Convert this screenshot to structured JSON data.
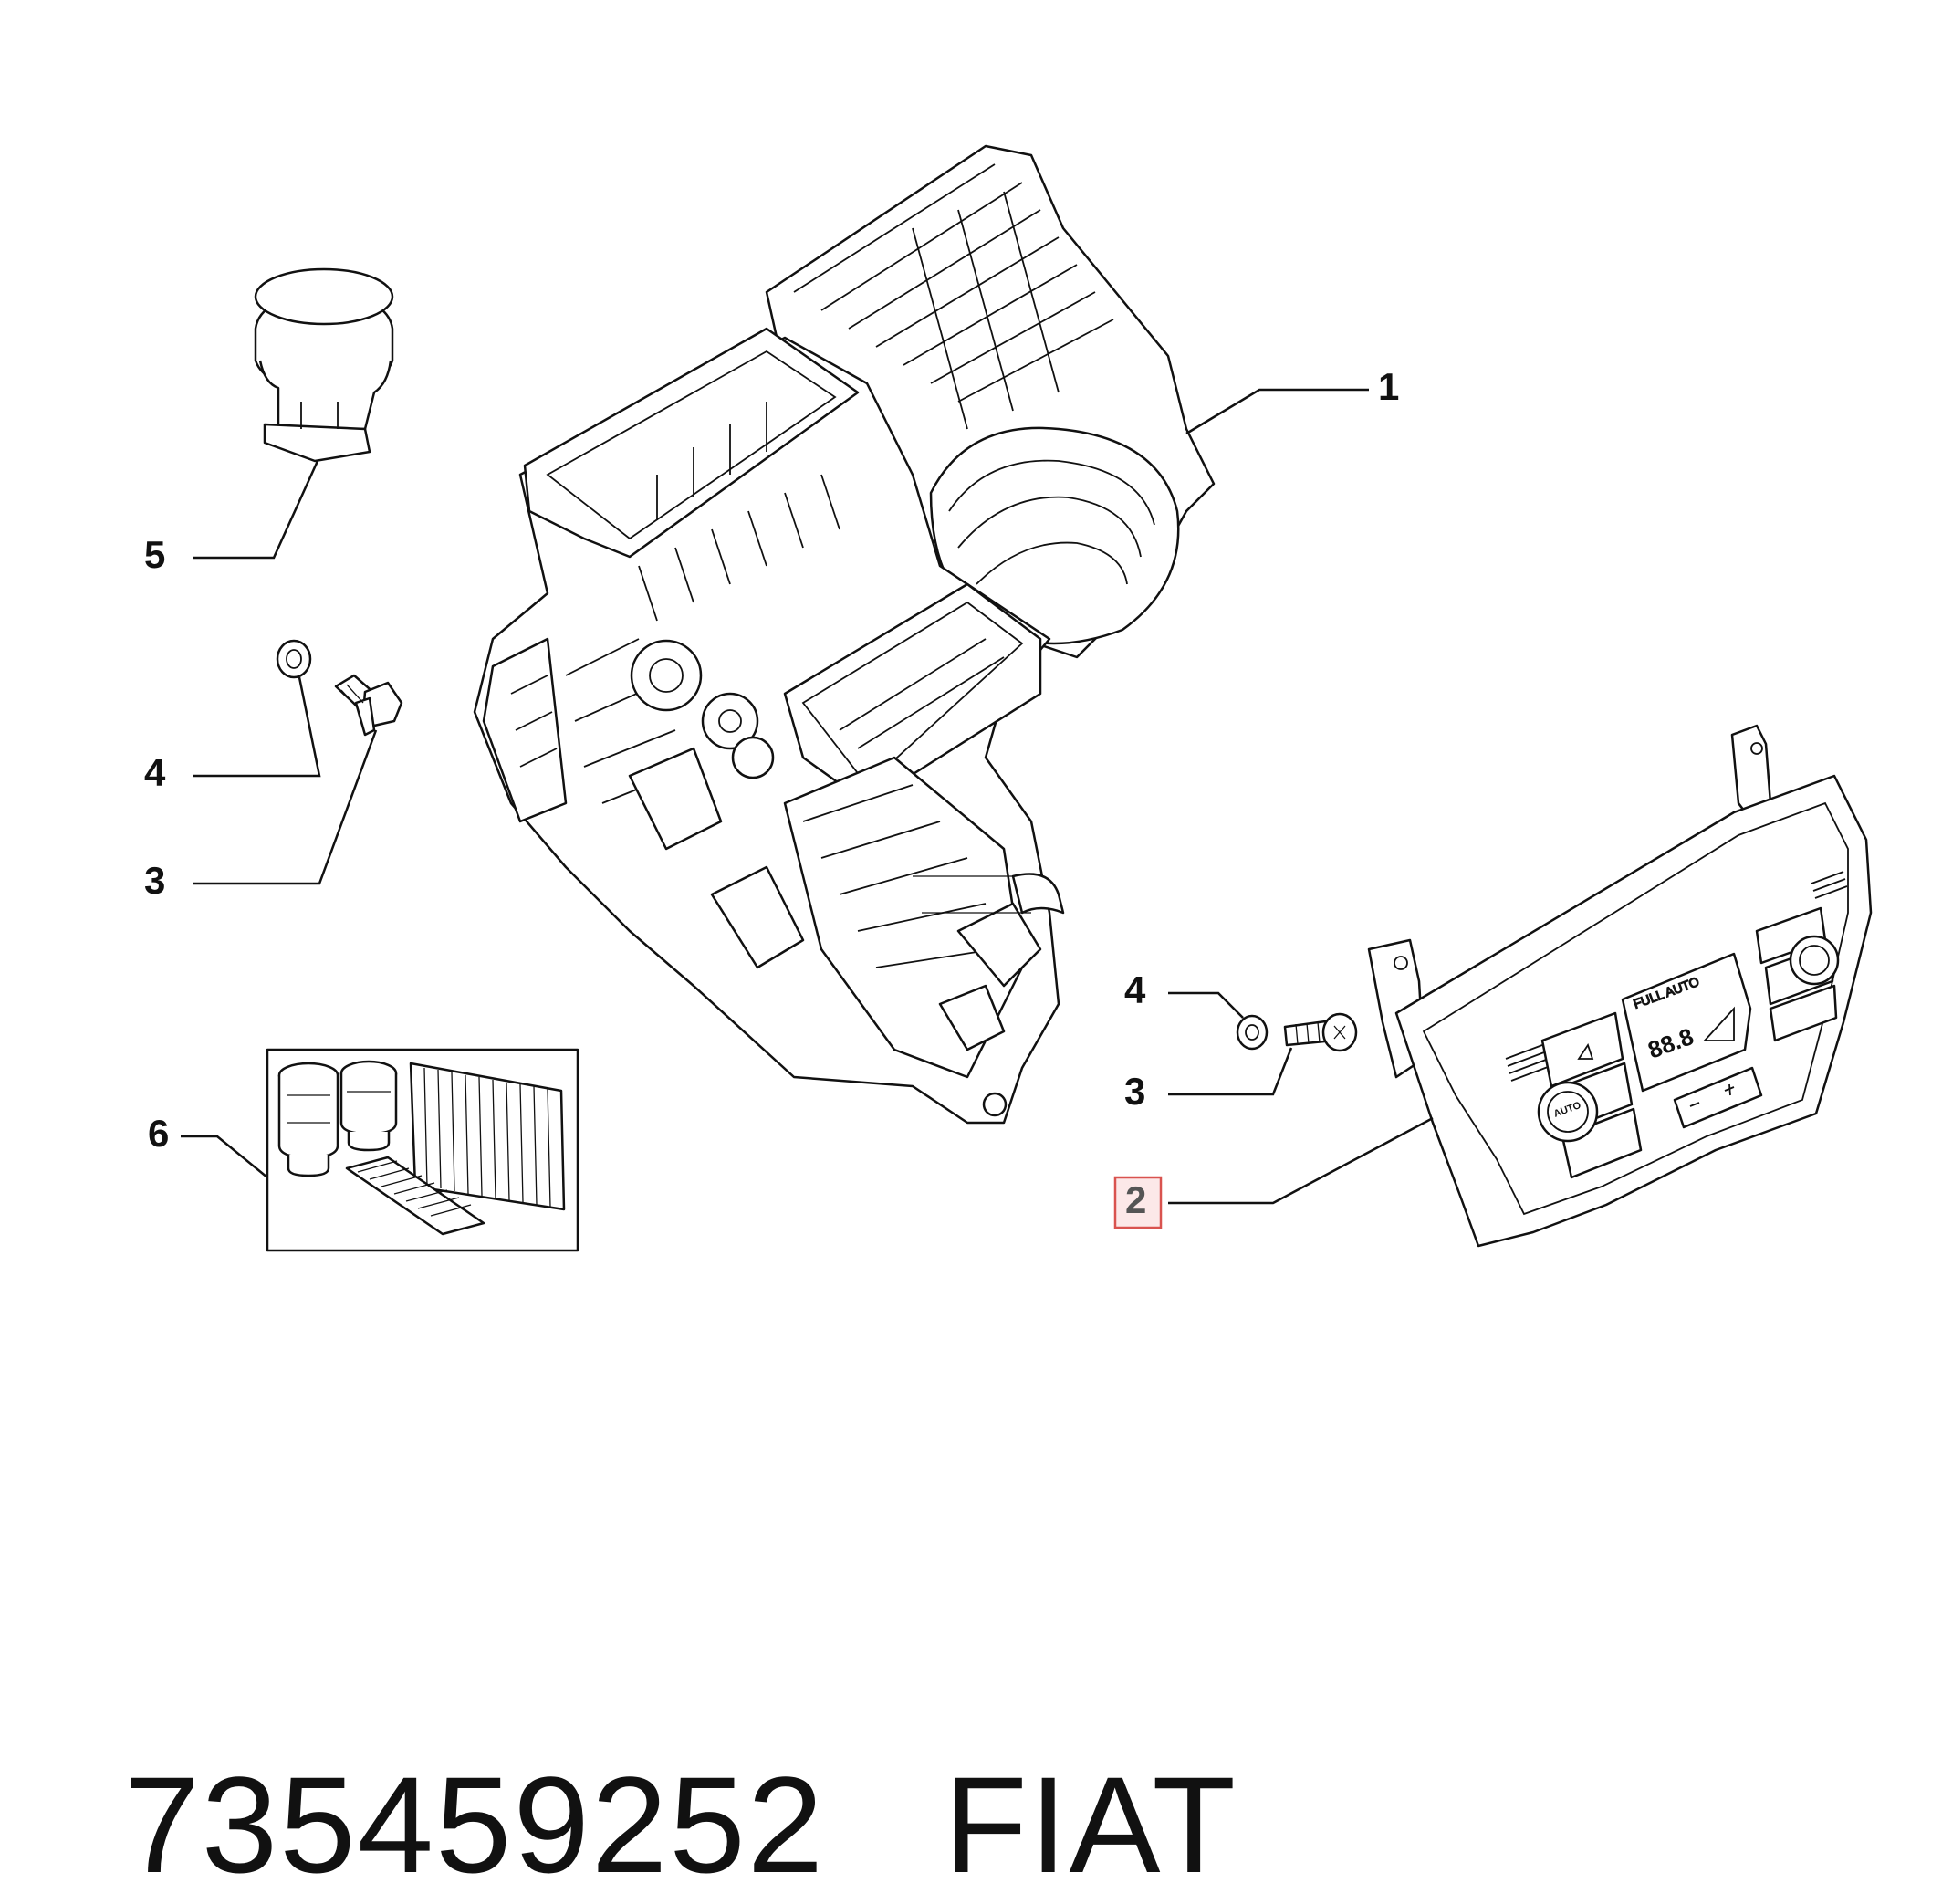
{
  "callouts": {
    "c1": "1",
    "c2": "2",
    "c3a": "3",
    "c3b": "3",
    "c4a": "4",
    "c4b": "4",
    "c5": "5",
    "c6": "6"
  },
  "panel_display": {
    "mode": "FULL AUTO",
    "temp": "88.8",
    "knob": "AUTO"
  },
  "footer": {
    "part_number": "735459252",
    "brand": "FIAT"
  },
  "colors": {
    "line": "#111111",
    "highlight_box": "#d9534f",
    "highlight_fill": "#fce8e8"
  }
}
